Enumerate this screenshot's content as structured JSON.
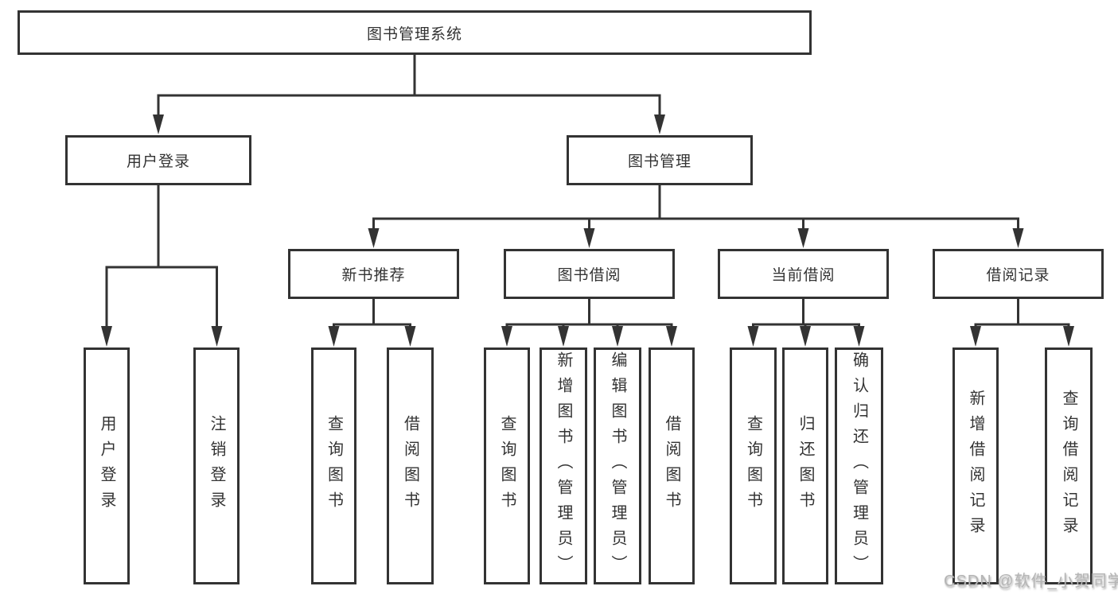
{
  "diagram": {
    "root": {
      "label": "图书管理系统"
    },
    "branches": [
      {
        "label": "用户登录",
        "children": [
          {
            "label": "用户登录"
          },
          {
            "label": "注销登录"
          }
        ]
      },
      {
        "label": "图书管理",
        "children": [
          {
            "label": "新书推荐",
            "children": [
              {
                "label": "查询图书"
              },
              {
                "label": "借阅图书"
              }
            ]
          },
          {
            "label": "图书借阅",
            "children": [
              {
                "label": "查询图书"
              },
              {
                "label": "新增图书（管理员）"
              },
              {
                "label": "编辑图书（管理员）"
              },
              {
                "label": "借阅图书"
              }
            ]
          },
          {
            "label": "当前借阅",
            "children": [
              {
                "label": "查询图书"
              },
              {
                "label": "归还图书"
              },
              {
                "label": "确认归还（管理员）"
              }
            ]
          },
          {
            "label": "借阅记录",
            "children": [
              {
                "label": "新增借阅记录"
              },
              {
                "label": "查询借阅记录"
              }
            ]
          }
        ]
      }
    ],
    "watermark": "CSDN @软件_小贺同学",
    "colors": {
      "line": "#333333",
      "text": "#333333",
      "background": "#ffffff",
      "watermark": "#b5b5b5"
    }
  }
}
